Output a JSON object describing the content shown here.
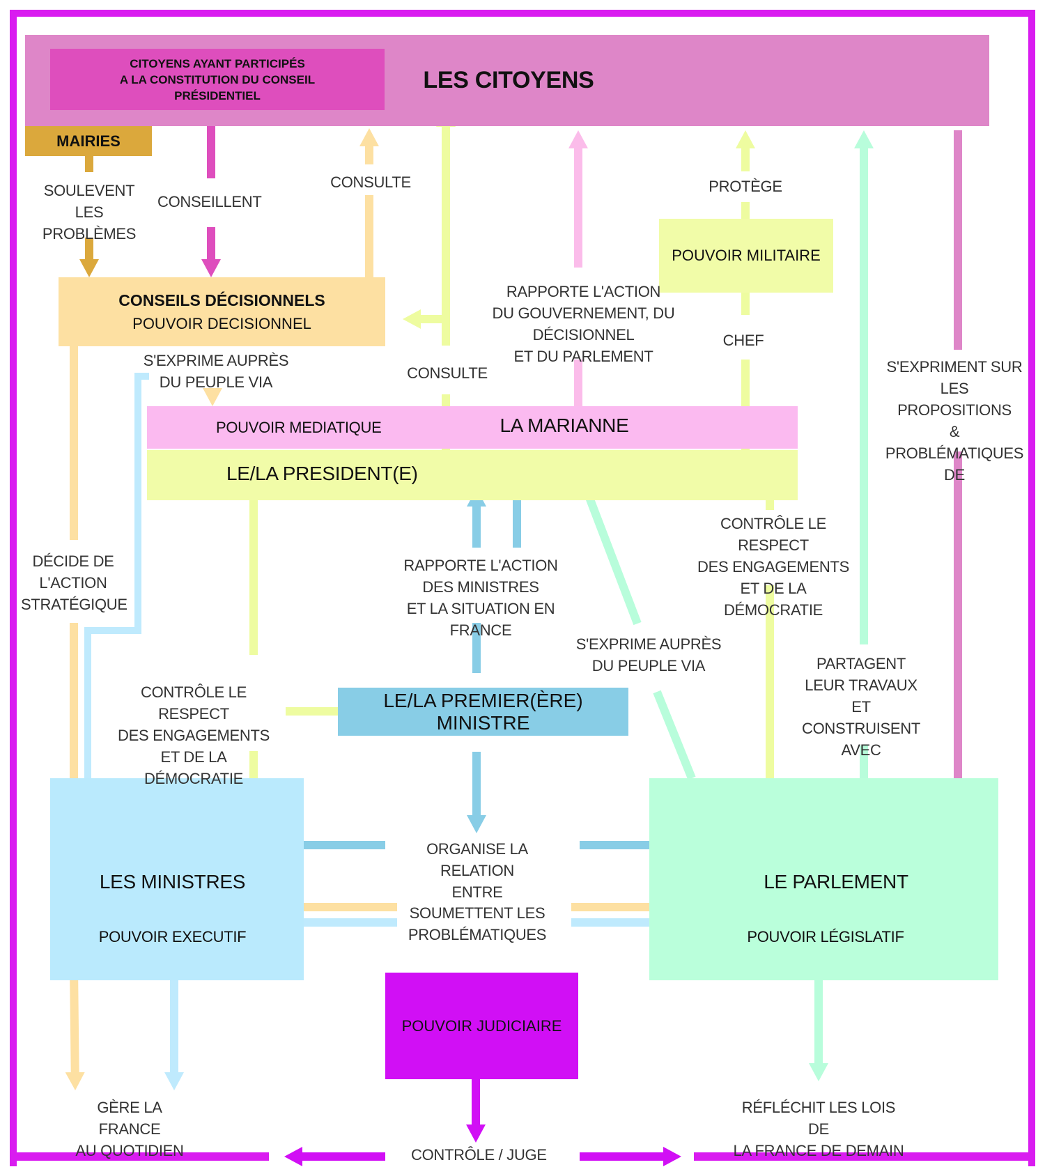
{
  "colors": {
    "frame": "#d91cf0",
    "citoyens": "#de86c8",
    "citoyens_participants": "#de4ebd",
    "mairies": "#dba83c",
    "conseils": "#fde0a2",
    "mediatique": "#fbbaf0",
    "president": "#f1fca8",
    "premier_ministre": "#88cde6",
    "ministres": "#baeafd",
    "parlement": "#baffdb",
    "militaire": "#f1fca8",
    "judiciaire": "#d10ff5",
    "arrow_orange": "#fde0a2",
    "arrow_yellow": "#eefca0",
    "arrow_pink": "#fbbcea",
    "arrow_blue": "#88cde6",
    "arrow_lightblue": "#bfeafd",
    "arrow_green": "#b8fddb",
    "arrow_mauve": "#de86c8",
    "arrow_mairies": "#dba83c",
    "arrow_conseil": "#de4ebd",
    "arrow_judiciaire": "#d10ff5"
  },
  "nodes": {
    "citoyens": "LES CITOYENS",
    "citoyens_participants": "CITOYENS AYANT PARTICIPÉS\nA LA CONSTITUTION DU CONSEIL\nPRÉSIDENTIEL",
    "mairies": "MAIRIES",
    "conseils_title": "CONSEILS DÉCISIONNELS",
    "conseils_sub": "POUVOIR DECISIONNEL",
    "pouvoir_militaire": "POUVOIR MILITAIRE",
    "pouvoir_mediatique": "POUVOIR MEDIATIQUE",
    "marianne": "LA MARIANNE",
    "president": "LE/LA PRESIDENT(E)",
    "premier_ministre": "LE/LA PREMIER(ÈRE) MINISTRE",
    "ministres_title": "LES MINISTRES",
    "ministres_sub": "POUVOIR EXECUTIF",
    "parlement_title": "LE PARLEMENT",
    "parlement_sub": "POUVOIR LÉGISLATIF",
    "pouvoir_judiciaire": "POUVOIR JUDICIAIRE"
  },
  "labels": {
    "soulevent": "SOULEVENT\nLES PROBLÈMES",
    "conseillent": "CONSEILLENT",
    "consulte_top": "CONSULTE",
    "protege": "PROTÈGE",
    "rapporte_gouv": "RAPPORTE L'ACTION\nDU GOUVERNEMENT, DU DÉCISIONNEL\nET DU PARLEMENT",
    "chef": "CHEF",
    "sexpriment_sur": "S'EXPRIMENT SUR\nLES PROPOSITIONS\n& PROBLÉMATIQUES\nDE",
    "sexprime_conseils": "S'EXPRIME AUPRÈS\nDU PEUPLE VIA",
    "consulte_mid": "CONSULTE",
    "controle_parlement": "CONTRÔLE LE RESPECT\nDES ENGAGEMENTS\nET DE LA DÉMOCRATIE",
    "decide": "DÉCIDE DE\nL'ACTION\nSTRATÉGIQUE",
    "rapporte_ministres": "RAPPORTE L'ACTION\nDES MINISTRES\nET LA SITUATION EN FRANCE",
    "sexprime_parlement": "S'EXPRIME AUPRÈS\nDU PEUPLE VIA",
    "partagent": "PARTAGENT\nLEUR TRAVAUX\nET CONSTRUISENT\nAVEC",
    "controle_ministres": "CONTRÔLE LE RESPECT\nDES ENGAGEMENTS\nET DE LA DÉMOCRATIE",
    "organise": "ORGANISE LA RELATION\nENTRE",
    "soumettent": "SOUMETTENT LES\nPROBLÉMATIQUES",
    "gere": "GÈRE LA FRANCE\nAU QUOTIDIEN",
    "reflechit": "RÉFLÉCHIT LES LOIS DE\nLA FRANCE DE DEMAIN",
    "controle_juge": "CONTRÔLE / JUGE"
  }
}
